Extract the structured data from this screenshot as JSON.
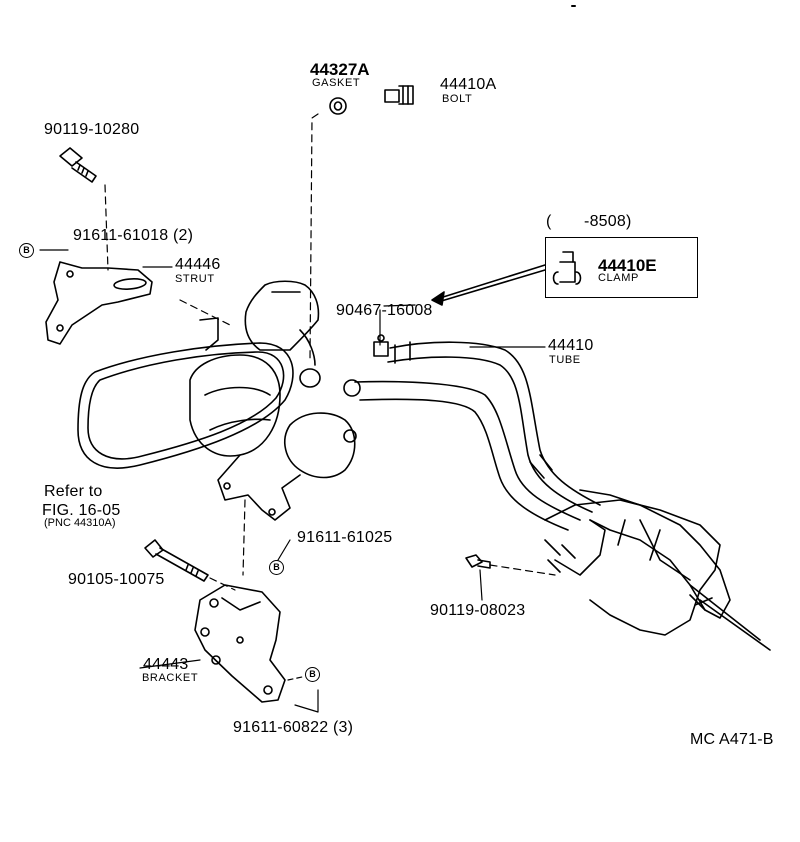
{
  "parts": {
    "gasket": {
      "number": "44327A",
      "name": "GASKET"
    },
    "bolt_a": {
      "number": "44410A",
      "name": "BOLT"
    },
    "bolt_upper": {
      "number": "90119-10280"
    },
    "washer_b1": {
      "number": "91611-61018 (2)",
      "marker": "B"
    },
    "strut": {
      "number": "44446",
      "name": "STRUT"
    },
    "clamp_range": {
      "text": "(       -8508)"
    },
    "clamp": {
      "number": "44410E",
      "name": "CLAMP"
    },
    "fitting": {
      "number": "90467-16008"
    },
    "tube": {
      "number": "44410",
      "name": "TUBE"
    },
    "refer": {
      "line1": "Refer to",
      "line2": "FIG. 16-05",
      "line3": "(PNC 44310A)"
    },
    "washer_b2": {
      "number": "91611-61025",
      "marker": "B"
    },
    "bolt_long": {
      "number": "90105-10075"
    },
    "bolt_rack": {
      "number": "90119-08023"
    },
    "bracket": {
      "number": "44443",
      "name": "BRACKET"
    },
    "washer_b3": {
      "number": "91611-60822 (3)",
      "marker": "B"
    }
  },
  "figure_code": "MC A471-B"
}
